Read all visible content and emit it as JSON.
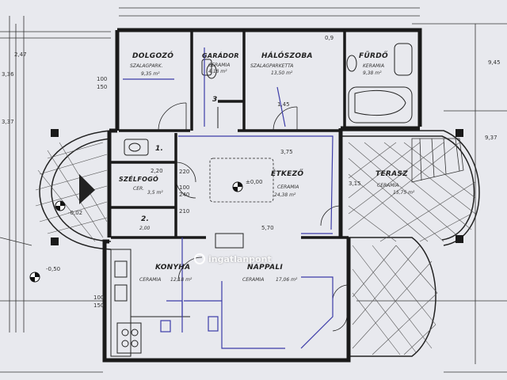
{
  "watermark": {
    "text": "ingatlanpont",
    "icon": "ingatlanpont-logo-icon"
  },
  "rooms": {
    "dolgozo": {
      "name": "DOLGOZÓ",
      "floor": "SZALAGPARK.",
      "area": "9,35 m²"
    },
    "gardrob": {
      "name": "GARÁDOR",
      "floor": "CERAMIA",
      "area": "4,18 m²"
    },
    "haloszoba": {
      "name": "HÁLÓSZOBA",
      "floor": "SZALAGPARKETTA",
      "area": "13,50 m²"
    },
    "furdo": {
      "name": "FÜRDŐ",
      "floor": "KERAMIA",
      "area": "9,38 m²"
    },
    "etkezo": {
      "name": "ÉTKEZŐ",
      "floor": "CERAMIA",
      "area": "24,38 m²"
    },
    "szelfogo": {
      "name": "SZÉLFOGÓ",
      "floor": "CER.",
      "area": "3,5 m²"
    },
    "terasz": {
      "name": "TERASZ",
      "floor": "CERAMIA",
      "area": "15,75 m²"
    },
    "konyha": {
      "name": "KONYHA",
      "floor": "CERAMIA",
      "area": "12,18 m²"
    },
    "nappali": {
      "name": "NAPPALI",
      "floor": "CERAMIA",
      "area": "17,06 m²"
    }
  },
  "numbers": {
    "n1": "1.",
    "n2": "2.",
    "n3": "3.",
    "area2": "2,00"
  },
  "levels": {
    "main": "±0,00",
    "outside": "-0,50",
    "ext": "-0,02"
  },
  "dimensions": {
    "d1": "100",
    "d2": "150",
    "d3": "100",
    "d4": "240",
    "d5": "100",
    "d6": "150",
    "d7": "3,75",
    "d8": "5,70",
    "d9": "1,45",
    "d10": "3,15",
    "d11": "9,45",
    "d12": "9,37",
    "d13": "2,47",
    "d14": "3,36",
    "d15": "3,37",
    "d16": "0,9",
    "d17": "220",
    "d18": "210",
    "d19": "2,20"
  }
}
